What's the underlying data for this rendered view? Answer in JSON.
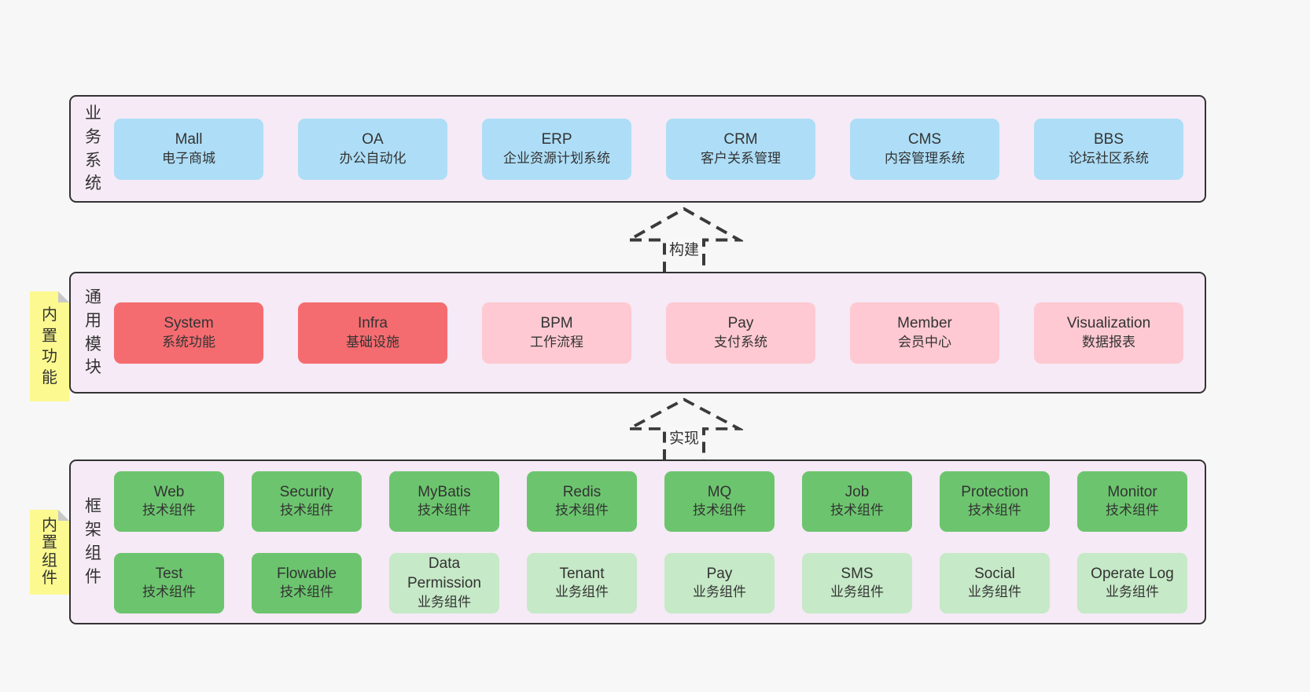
{
  "colors": {
    "page_bg": "#f7f7f7",
    "band_bg": "#f5eaf5",
    "band_border": "#333333",
    "box_text": "#333333",
    "blue": "#aedef7",
    "red": "#f56c70",
    "pink": "#fec9d2",
    "green": "#6cc56e",
    "light_green": "#c6e9c7",
    "note_bg": "#fbf98f",
    "note_fold": "#c9c9ca",
    "arrow": "#3a3a3a"
  },
  "arrows": [
    {
      "id": "build",
      "label": "构建"
    },
    {
      "id": "implement",
      "label": "实现"
    }
  ],
  "bands": [
    {
      "id": "business-systems",
      "label": "业务系统",
      "note": null,
      "rows": [
        {
          "boxes": [
            {
              "en": "Mall",
              "zh": "电子商城",
              "type": "blue"
            },
            {
              "en": "OA",
              "zh": "办公自动化",
              "type": "blue"
            },
            {
              "en": "ERP",
              "zh": "企业资源计划系统",
              "type": "blue"
            },
            {
              "en": "CRM",
              "zh": "客户关系管理",
              "type": "blue"
            },
            {
              "en": "CMS",
              "zh": "内容管理系统",
              "type": "blue"
            },
            {
              "en": "BBS",
              "zh": "论坛社区系统",
              "type": "blue"
            }
          ]
        }
      ]
    },
    {
      "id": "common-modules",
      "label": "通用模块",
      "note": "内置功能",
      "rows": [
        {
          "boxes": [
            {
              "en": "System",
              "zh": "系统功能",
              "type": "red"
            },
            {
              "en": "Infra",
              "zh": "基础设施",
              "type": "red"
            },
            {
              "en": "BPM",
              "zh": "工作流程",
              "type": "pink"
            },
            {
              "en": "Pay",
              "zh": "支付系统",
              "type": "pink"
            },
            {
              "en": "Member",
              "zh": "会员中心",
              "type": "pink"
            },
            {
              "en": "Visualization",
              "zh": "数据报表",
              "type": "pink"
            }
          ]
        }
      ]
    },
    {
      "id": "framework-components",
      "label": "框架组件",
      "note": "内置组件",
      "rows": [
        {
          "boxes": [
            {
              "en": "Web",
              "zh": "技术组件",
              "type": "green"
            },
            {
              "en": "Security",
              "zh": "技术组件",
              "type": "green"
            },
            {
              "en": "MyBatis",
              "zh": "技术组件",
              "type": "green"
            },
            {
              "en": "Redis",
              "zh": "技术组件",
              "type": "green"
            },
            {
              "en": "MQ",
              "zh": "技术组件",
              "type": "green"
            },
            {
              "en": "Job",
              "zh": "技术组件",
              "type": "green"
            },
            {
              "en": "Protection",
              "zh": "技术组件",
              "type": "green"
            },
            {
              "en": "Monitor",
              "zh": "技术组件",
              "type": "green"
            }
          ]
        },
        {
          "boxes": [
            {
              "en": "Test",
              "zh": "技术组件",
              "type": "green"
            },
            {
              "en": "Flowable",
              "zh": "技术组件",
              "type": "green"
            },
            {
              "en": "Data Permission",
              "zh": "业务组件",
              "type": "light_green"
            },
            {
              "en": "Tenant",
              "zh": "业务组件",
              "type": "light_green"
            },
            {
              "en": "Pay",
              "zh": "业务组件",
              "type": "light_green"
            },
            {
              "en": "SMS",
              "zh": "业务组件",
              "type": "light_green"
            },
            {
              "en": "Social",
              "zh": "业务组件",
              "type": "light_green"
            },
            {
              "en": "Operate Log",
              "zh": "业务组件",
              "type": "light_green"
            }
          ]
        }
      ]
    }
  ]
}
